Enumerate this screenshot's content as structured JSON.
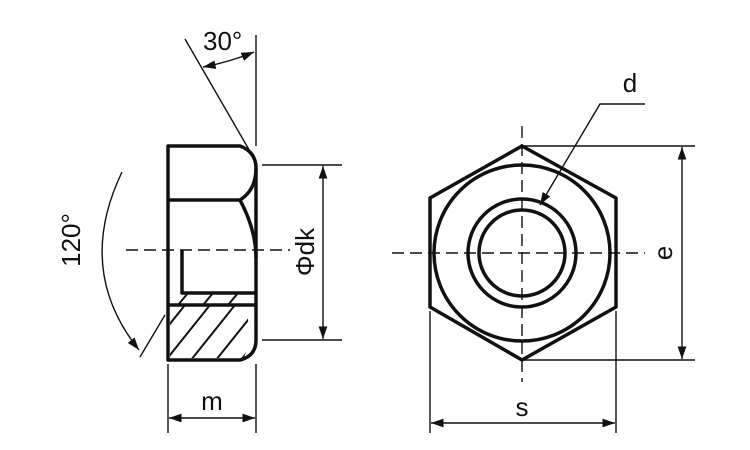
{
  "title": "Hex nut dimension drawing",
  "labels": {
    "angle_chamfer": "30°",
    "angle_thread": "120°",
    "bearing_diameter": "Φdk",
    "height": "m",
    "thread_diameter": "d",
    "across_corners": "e",
    "across_flats": "s"
  },
  "colors": {
    "line": "#111111",
    "background": "#ffffff"
  }
}
